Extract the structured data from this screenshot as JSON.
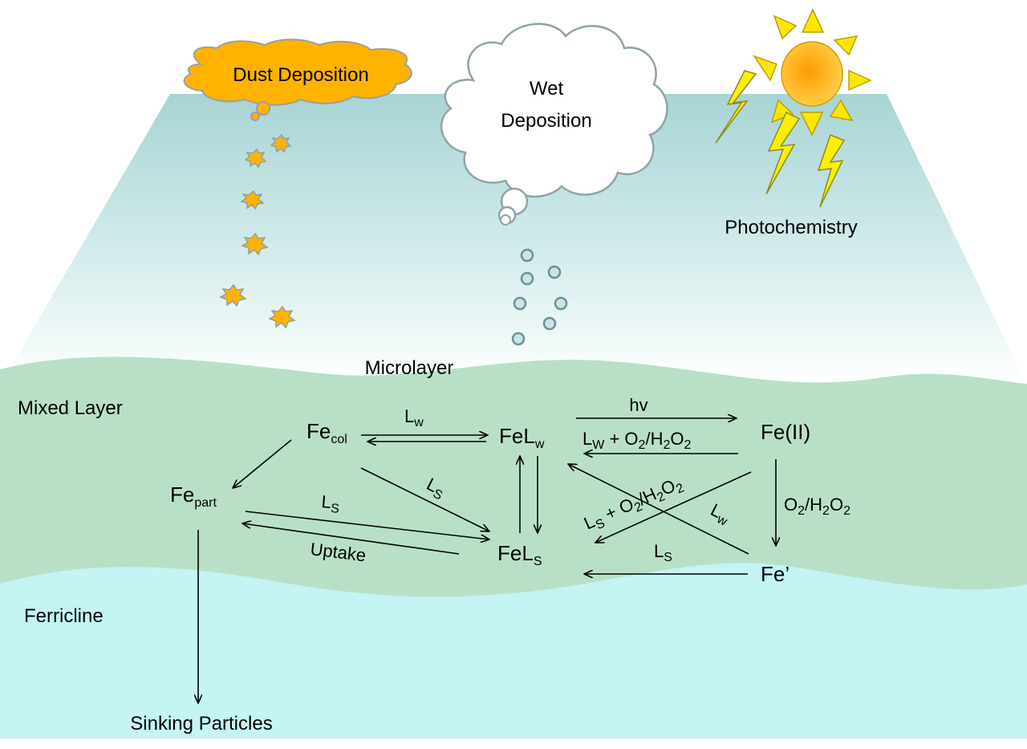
{
  "colors": {
    "sky_top": "#a8d4d4",
    "sky_bottom": "#ffffff",
    "mixed_layer": "#b9e0c6",
    "ferricline": "#c5f4f4",
    "dust": "#ffb300",
    "cloud_outline": "#8fa3a8",
    "sun": "#ff9a00",
    "lightning": "#ffee00",
    "raindrop": "#6e8f96"
  },
  "clouds": {
    "dust": "Dust Deposition",
    "wet_line1": "Wet",
    "wet_line2": "Deposition"
  },
  "sun": {
    "label": "Photochemistry",
    "icons": [
      "sun-icon",
      "lightning-icon"
    ]
  },
  "layers": {
    "microlayer": "Microlayer",
    "mixed": "Mixed Layer",
    "ferricline": "Ferricline",
    "sinking": "Sinking Particles"
  },
  "species": {
    "fe_col": {
      "base": "Fe",
      "sub": "col"
    },
    "fe_part": {
      "base": "Fe",
      "sub": "part"
    },
    "fel_w": {
      "base": "FeL",
      "sub": "w"
    },
    "fel_s": {
      "base": "FeL",
      "sub": "S"
    },
    "fe_ii": "Fe(II)",
    "fe_prime": "Fe’"
  },
  "reactions": {
    "lw_top": {
      "base": "L",
      "sub": "w"
    },
    "ls_diag": {
      "base": "L",
      "sub": "S"
    },
    "ls_part": {
      "base": "L",
      "sub": "S"
    },
    "uptake": "Uptake",
    "hv": "hv",
    "lw_ox": {
      "a": "L",
      "a_sub": "W",
      "b": " + O",
      "b_sub": "2",
      "c": "/H",
      "c_sub": "2",
      "d": "O",
      "d_sub": "2"
    },
    "o2h2o2": {
      "a": "O",
      "a_sub": "2",
      "b": "/H",
      "b_sub": "2",
      "c": "O",
      "c_sub": "2"
    },
    "ls_ox": {
      "a": "L",
      "a_sub": "S",
      "b": " + O",
      "b_sub": "2",
      "c": "/H",
      "c_sub": "2",
      "d": "O",
      "d_sub": "2"
    },
    "lw_cross": {
      "base": "L",
      "sub": "w"
    },
    "ls_bottom": {
      "base": "L",
      "sub": "S"
    }
  }
}
